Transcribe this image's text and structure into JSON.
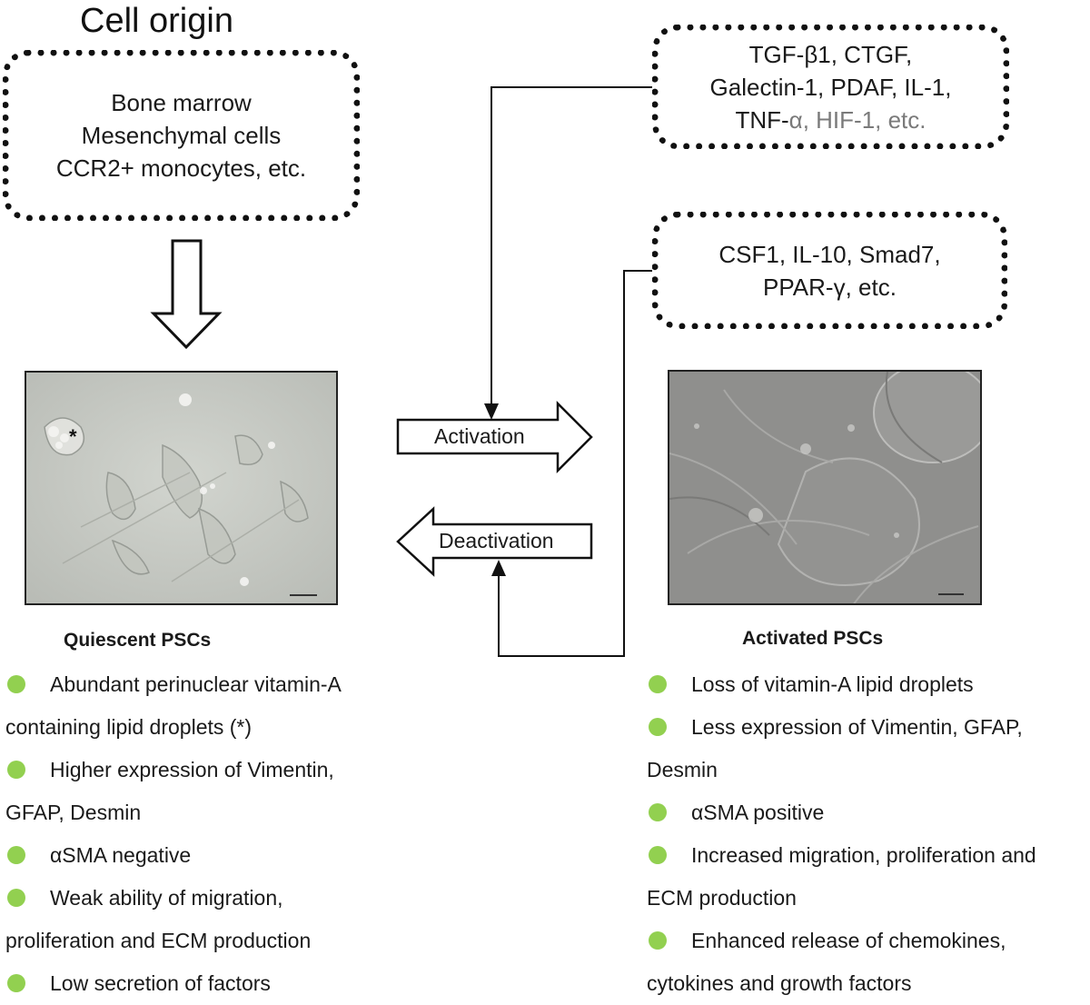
{
  "title": "Cell origin",
  "origin_box": {
    "lines": [
      "Bone marrow",
      "Mesenchymal cells",
      "CCR2+ monocytes, etc."
    ]
  },
  "activation_factors": {
    "line1": "TGF-β1, CTGF,",
    "line2": "Galectin-1, PDAF, IL-1,",
    "line3_dark": "TNF-",
    "line3_muted": "α, HIF-1, etc."
  },
  "deactivation_factors": {
    "lines": [
      "CSF1, IL-10, Smad7,",
      "PPAR-γ, etc."
    ]
  },
  "arrows": {
    "activation": "Activation",
    "deactivation": "Deactivation"
  },
  "quiescent": {
    "label": "Quiescent PSCs",
    "star": "*",
    "rows": [
      {
        "bullet": true,
        "text": "Abundant perinuclear vitamin-A"
      },
      {
        "bullet": false,
        "text": "containing lipid droplets (*)"
      },
      {
        "bullet": true,
        "text": "Higher expression of Vimentin,"
      },
      {
        "bullet": false,
        "text": "GFAP, Desmin"
      },
      {
        "bullet": true,
        "text": "αSMA negative"
      },
      {
        "bullet": true,
        "text": "Weak ability of migration,"
      },
      {
        "bullet": false,
        "text": "proliferation and ECM production"
      },
      {
        "bullet": true,
        "text": "Low secretion of factors"
      }
    ]
  },
  "activated": {
    "label": "Activated PSCs",
    "rows": [
      {
        "bullet": true,
        "text": "Loss of vitamin-A lipid droplets"
      },
      {
        "bullet": true,
        "text": "Less expression of Vimentin, GFAP,"
      },
      {
        "bullet": false,
        "text": "Desmin"
      },
      {
        "bullet": true,
        "text": "αSMA positive"
      },
      {
        "bullet": true,
        "text": "Increased migration, proliferation and"
      },
      {
        "bullet": false,
        "text": "ECM production"
      },
      {
        "bullet": true,
        "text": "Enhanced release of chemokines,"
      },
      {
        "bullet": false,
        "text": "cytokines and growth factors"
      }
    ]
  },
  "colors": {
    "bullet": "#92d050",
    "muted_text": "#7a7a7a"
  }
}
